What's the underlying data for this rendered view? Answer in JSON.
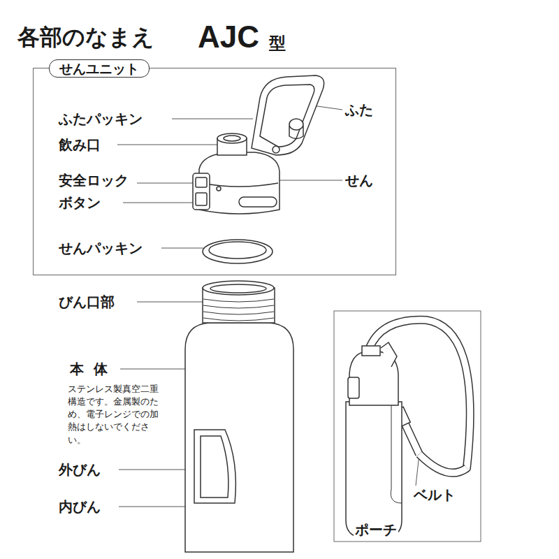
{
  "diagram": {
    "title": "各部のなまえ",
    "nodes": [
      {
        "text": [
          "せんユニット"
        ]
      },
      {
        "text": [
          "ベルト",
          "ポーチ"
        ]
      }
    ],
    "labels": [
      "AJC",
      "型",
      "ふたパッキン",
      "飲み口",
      "安全ロック",
      "ボタン",
      "せんパッキン",
      "ふた",
      "せん",
      "びん口部",
      "本体",
      "ステンレス製真空二重構造です。金属製のため、電子レンジでの加熱はしないでください。",
      "外びん",
      "内びん"
    ]
  }
}
